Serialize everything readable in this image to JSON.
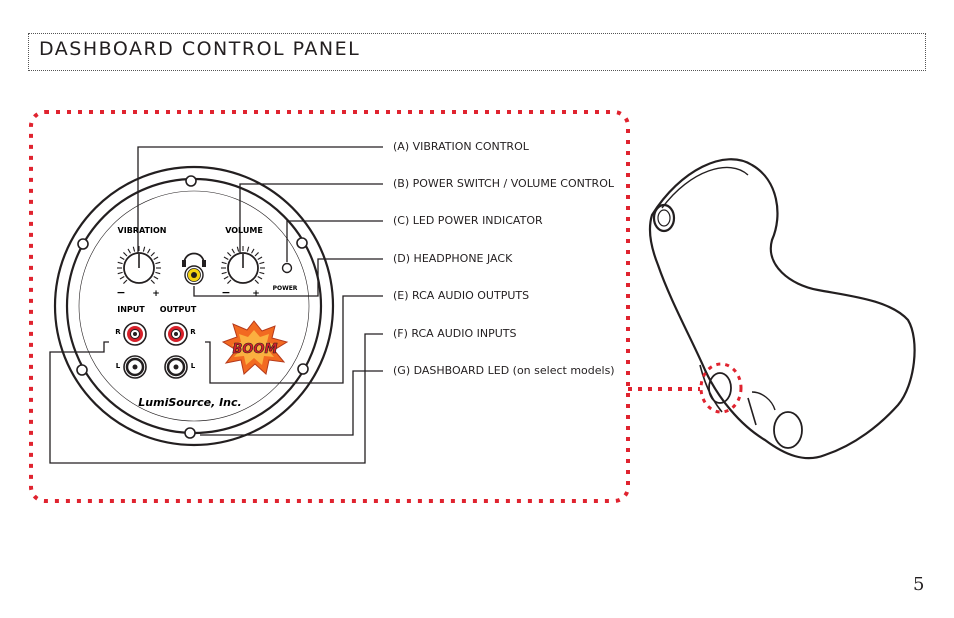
{
  "header": {
    "title": "DASHBOARD CONTROL PANEL"
  },
  "panel": {
    "vibration_label": "VIBRATION",
    "volume_label": "VOLUME",
    "power_label": "POWER",
    "input_label": "INPUT",
    "output_label": "OUTPUT",
    "right_channel": "R",
    "left_channel": "L",
    "minus": "−",
    "plus": "+",
    "logo_boom": "BOOM",
    "brand_text": "LumiSource, Inc."
  },
  "callouts": [
    {
      "label": "(A)  VIBRATION CONTROL"
    },
    {
      "label": "(B)  POWER SWITCH / VOLUME CONTROL"
    },
    {
      "label": "(C)  LED POWER INDICATOR"
    },
    {
      "label": "(D)  HEADPHONE JACK"
    },
    {
      "label": "(E)  RCA AUDIO OUTPUTS"
    },
    {
      "label": "(F)  RCA AUDIO INPUTS"
    },
    {
      "label": "(G)  DASHBOARD LED (on select models)"
    }
  ],
  "page_number": "5",
  "colors": {
    "highlight_red": "#e0232f",
    "jack_yellow": "#f5d40f",
    "rca_red": "#d7202a",
    "boom_orange": "#f26a21"
  }
}
